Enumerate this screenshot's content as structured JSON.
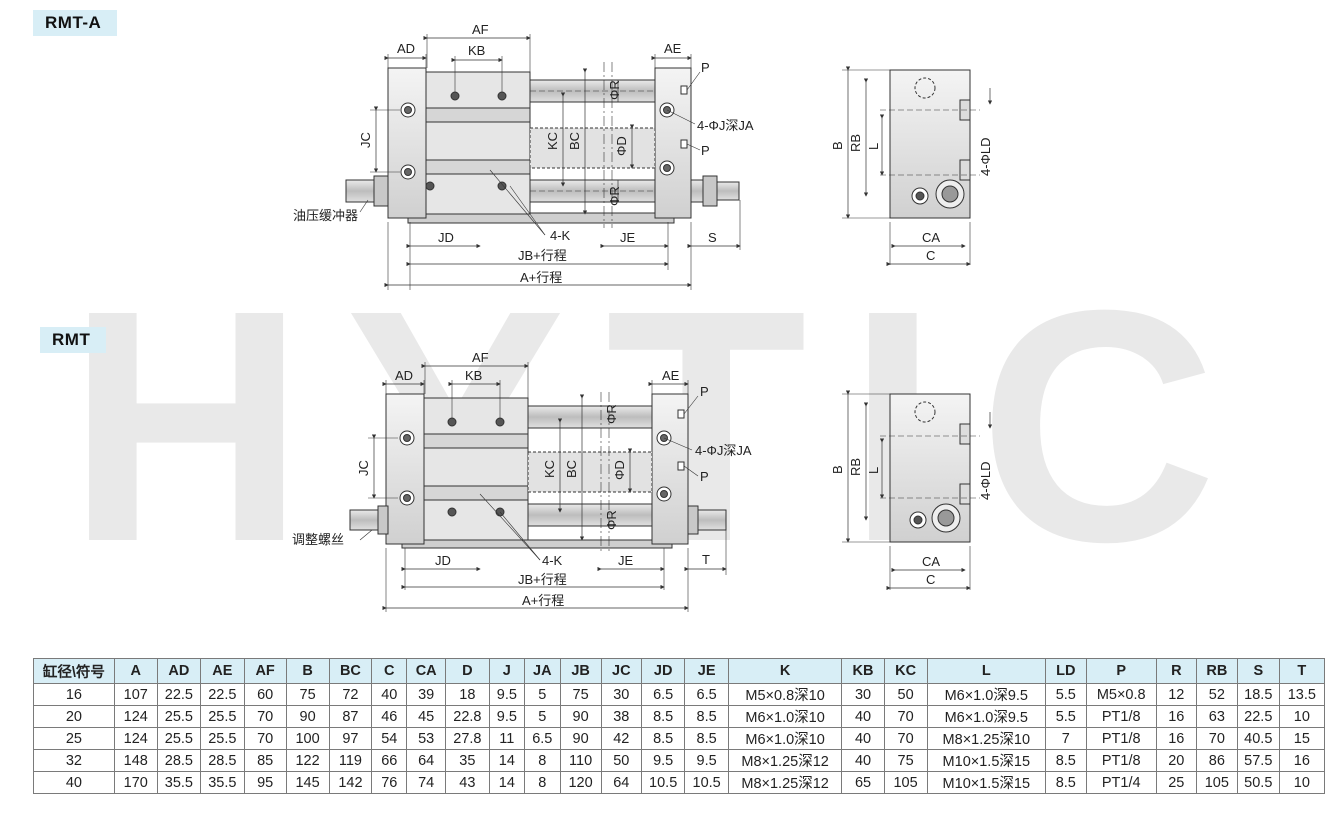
{
  "labels": {
    "model_a": "RMT-A",
    "model_b": "RMT",
    "watermark": "HYTIC"
  },
  "dims": {
    "AD": "AD",
    "AF": "AF",
    "KB": "KB",
    "AE": "AE",
    "P": "P",
    "R": "ΦR",
    "D": "ΦD",
    "J": "4-ΦJ深JA",
    "JC": "JC",
    "KC": "KC",
    "BC": "BC",
    "JD": "JD",
    "K": "4-K",
    "JE": "JE",
    "S": "S",
    "T": "T",
    "JB": "JB+行程",
    "A": "A+行程",
    "B": "B",
    "RB": "RB",
    "L": "L",
    "LD": "4-ΦLD",
    "CA": "CA",
    "C": "C",
    "buffer": "油压缓冲器",
    "screw": "调整螺丝"
  },
  "table": {
    "headers": [
      "缸径\\符号",
      "A",
      "AD",
      "AE",
      "AF",
      "B",
      "BC",
      "C",
      "CA",
      "D",
      "J",
      "JA",
      "JB",
      "JC",
      "JD",
      "JE",
      "K",
      "KB",
      "KC",
      "L",
      "LD",
      "P",
      "R",
      "RB",
      "S",
      "T"
    ],
    "rows": [
      [
        "16",
        "107",
        "22.5",
        "22.5",
        "60",
        "75",
        "72",
        "40",
        "39",
        "18",
        "9.5",
        "5",
        "75",
        "30",
        "6.5",
        "6.5",
        "M5×0.8深10",
        "30",
        "50",
        "M6×1.0深9.5",
        "5.5",
        "M5×0.8",
        "12",
        "52",
        "18.5",
        "13.5"
      ],
      [
        "20",
        "124",
        "25.5",
        "25.5",
        "70",
        "90",
        "87",
        "46",
        "45",
        "22.8",
        "9.5",
        "5",
        "90",
        "38",
        "8.5",
        "8.5",
        "M6×1.0深10",
        "40",
        "70",
        "M6×1.0深9.5",
        "5.5",
        "PT1/8",
        "16",
        "63",
        "22.5",
        "10"
      ],
      [
        "25",
        "124",
        "25.5",
        "25.5",
        "70",
        "100",
        "97",
        "54",
        "53",
        "27.8",
        "11",
        "6.5",
        "90",
        "42",
        "8.5",
        "8.5",
        "M6×1.0深10",
        "40",
        "70",
        "M8×1.25深10",
        "7",
        "PT1/8",
        "16",
        "70",
        "40.5",
        "15"
      ],
      [
        "32",
        "148",
        "28.5",
        "28.5",
        "85",
        "122",
        "119",
        "66",
        "64",
        "35",
        "14",
        "8",
        "110",
        "50",
        "9.5",
        "9.5",
        "M8×1.25深12",
        "40",
        "75",
        "M10×1.5深15",
        "8.5",
        "PT1/8",
        "20",
        "86",
        "57.5",
        "16"
      ],
      [
        "40",
        "170",
        "35.5",
        "35.5",
        "95",
        "145",
        "142",
        "76",
        "74",
        "43",
        "14",
        "8",
        "120",
        "64",
        "10.5",
        "10.5",
        "M8×1.25深12",
        "65",
        "105",
        "M10×1.5深15",
        "8.5",
        "PT1/4",
        "25",
        "105",
        "50.5",
        "10"
      ]
    ]
  }
}
